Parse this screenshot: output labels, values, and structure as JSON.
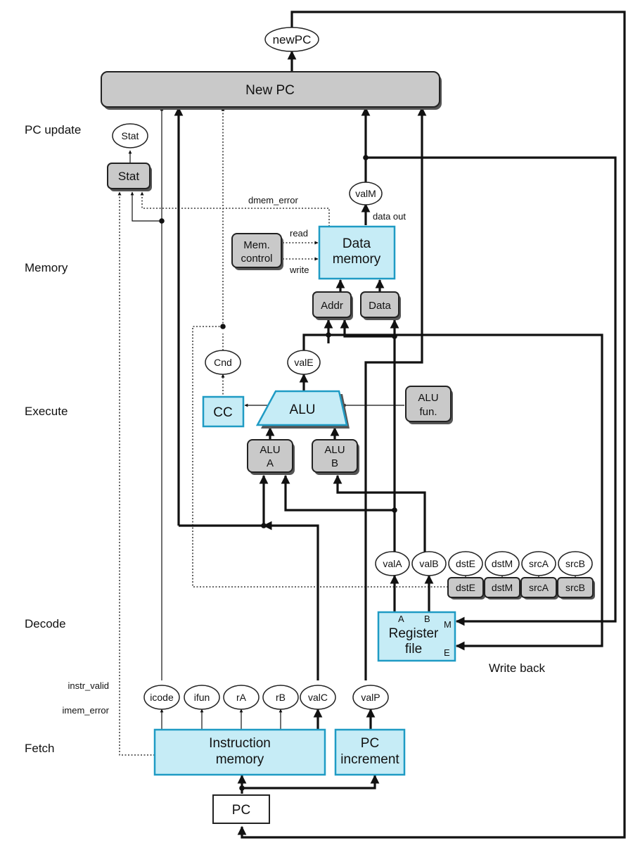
{
  "stages": {
    "pc_update": "PC update",
    "memory": "Memory",
    "execute": "Execute",
    "decode": "Decode",
    "fetch": "Fetch",
    "write_back": "Write back"
  },
  "blocks": {
    "new_pc": "New PC",
    "stat": "Stat",
    "mem_control_1": "Mem.",
    "mem_control_2": "control",
    "data_memory_1": "Data",
    "data_memory_2": "memory",
    "addr": "Addr",
    "data": "Data",
    "cc": "CC",
    "alu": "ALU",
    "alu_fun_1": "ALU",
    "alu_fun_2": "fun.",
    "alu_a_1": "ALU",
    "alu_a_2": "A",
    "alu_b_1": "ALU",
    "alu_b_2": "B",
    "regfile_1": "Register",
    "regfile_2": "file",
    "regfile_port_a": "A",
    "regfile_port_b": "B",
    "regfile_port_m": "M",
    "regfile_port_e": "E",
    "dste": "dstE",
    "dstm": "dstM",
    "srca": "srcA",
    "srcb": "srcB",
    "instr_mem_1": "Instruction",
    "instr_mem_2": "memory",
    "pc_inc_1": "PC",
    "pc_inc_2": "increment",
    "pc": "PC"
  },
  "signals": {
    "newpc": "newPC",
    "stat": "Stat",
    "valm": "valM",
    "cnd": "Cnd",
    "vale": "valE",
    "vala": "valA",
    "valb": "valB",
    "dste": "dstE",
    "dstm": "dstM",
    "srca": "srcA",
    "srcb": "srcB",
    "icode": "icode",
    "ifun": "ifun",
    "ra": "rA",
    "rb": "rB",
    "valc": "valC",
    "valp": "valP"
  },
  "wire_labels": {
    "dmem_error": "dmem_error",
    "data_out": "data out",
    "read": "read",
    "write": "write",
    "instr_valid": "instr_valid",
    "imem_error": "imem_error"
  }
}
